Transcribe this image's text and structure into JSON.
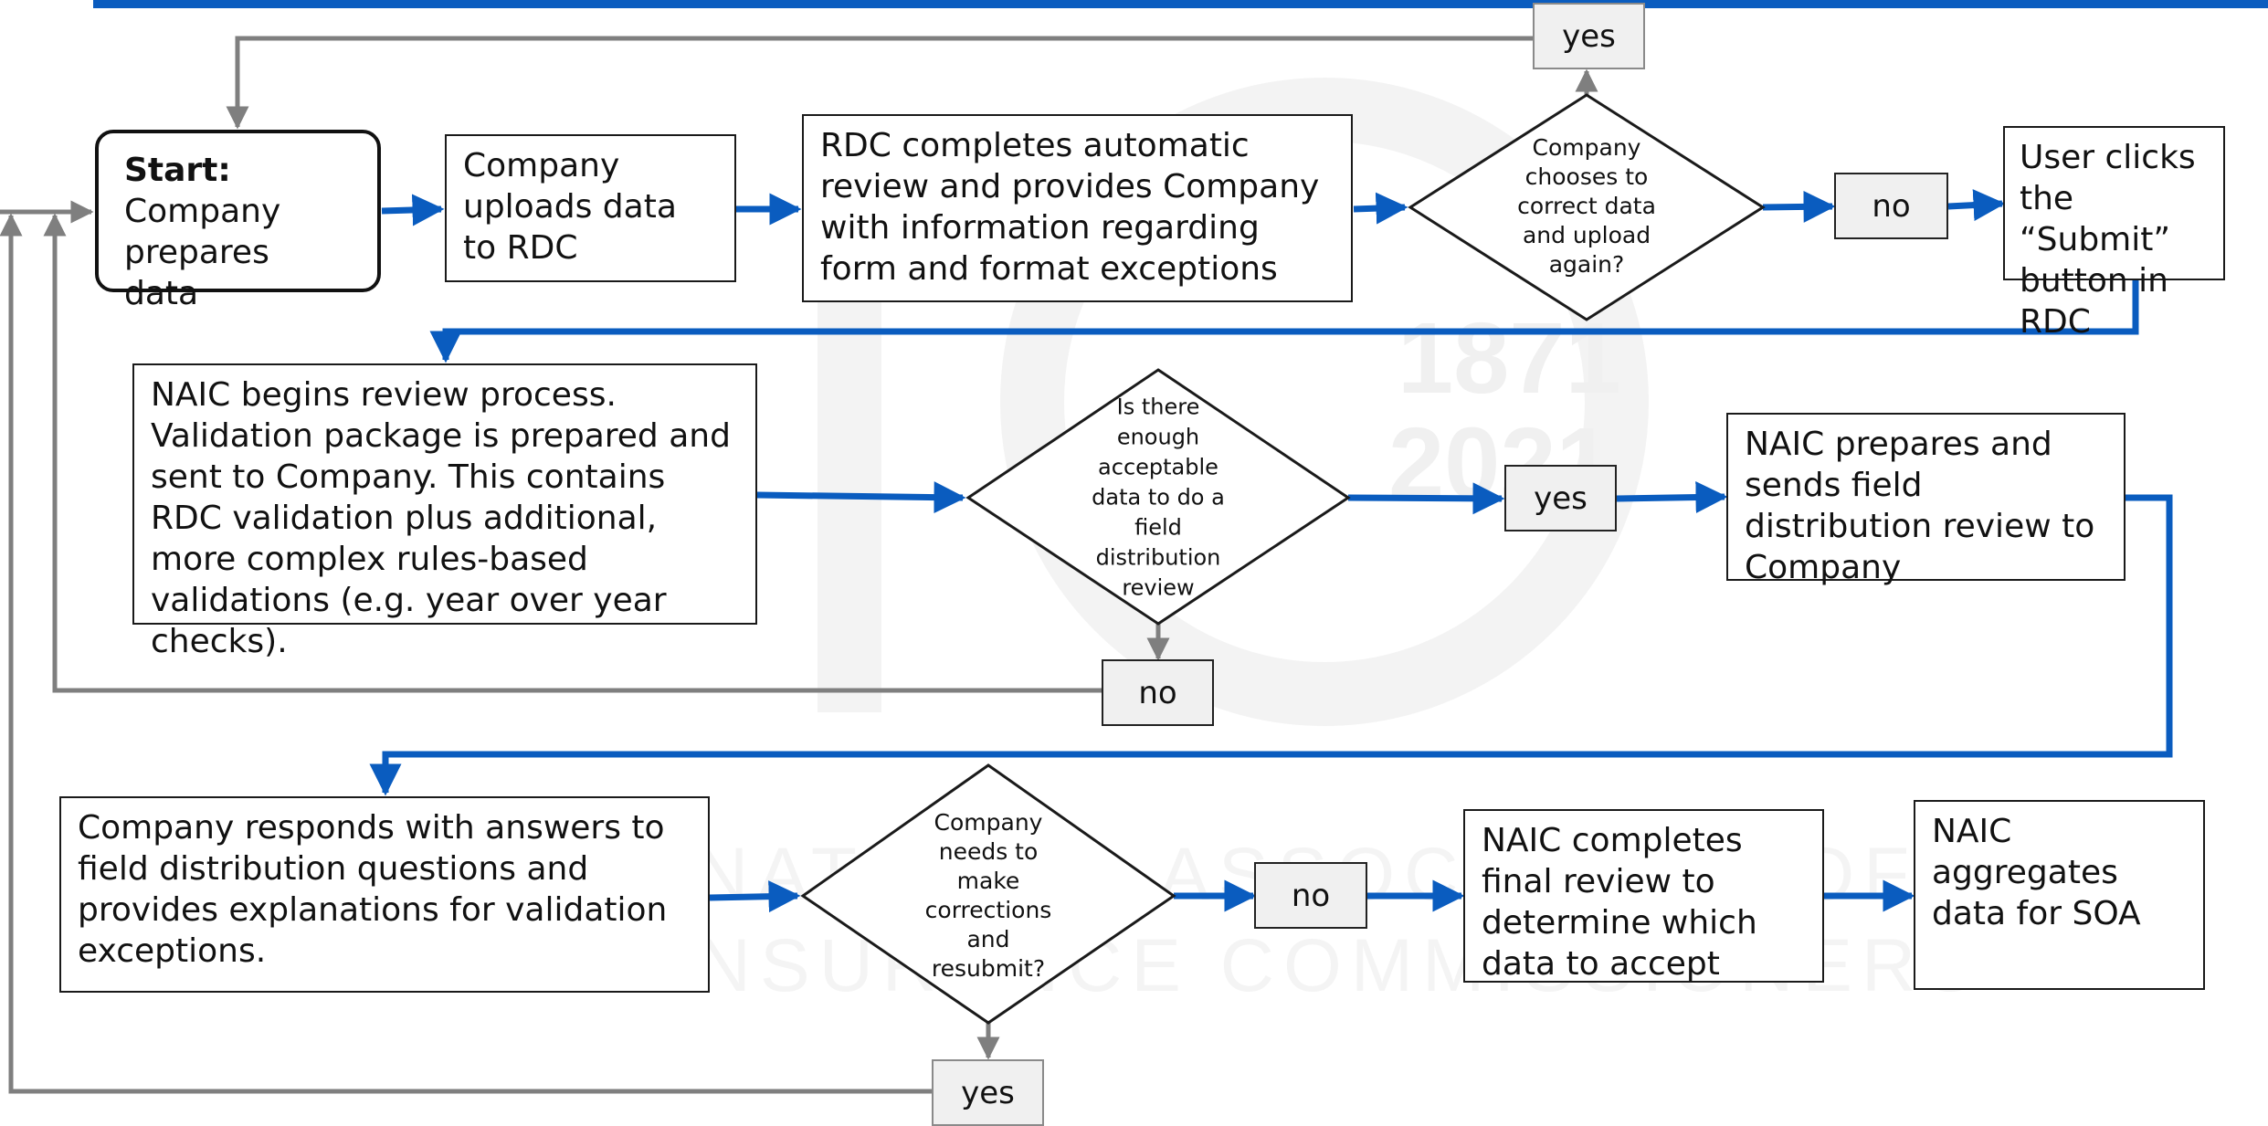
{
  "start": {
    "label": "Start:",
    "text": "Company prepares data"
  },
  "steps": {
    "upload": "Company uploads data to RDC",
    "auto_review": "RDC completes automatic review and provides Company with information regarding form and format exceptions",
    "submit": "User clicks the “Submit” button in RDC",
    "naic_review": "NAIC begins review process. Validation package is prepared and sent to Company.  This contains RDC validation plus additional, more complex rules-based validations (e.g. year over year checks).",
    "field_dist": "NAIC prepares  and sends field distribution review to Company",
    "company_responds": "Company responds with answers to field distribution questions and provides explanations for validation exceptions.",
    "final_review": "NAIC completes final review to determine which data to accept",
    "aggregate": "NAIC aggregates data for SOA"
  },
  "decisions": {
    "correct_upload": "Company chooses to correct data and upload again?",
    "enough_data": "Is there enough acceptable data to do a field distribution review",
    "corrections": "Company needs to make corrections and resubmit?"
  },
  "labels": {
    "yes_top": "yes",
    "no_top": "no",
    "yes_mid": "yes",
    "no_mid": "no",
    "no_bottom": "no",
    "yes_bottom": "yes"
  },
  "watermark": {
    "years": [
      "1871",
      "2021"
    ],
    "org": [
      "NATIONAL ASSOCIATION OF",
      "INSURANCE COMMISSIONERS"
    ]
  },
  "colors": {
    "flow": "#0a5cbf",
    "loop": "#7f7f7f",
    "border": "#1a1a1a",
    "tag_fill": "#f0f0f0"
  }
}
